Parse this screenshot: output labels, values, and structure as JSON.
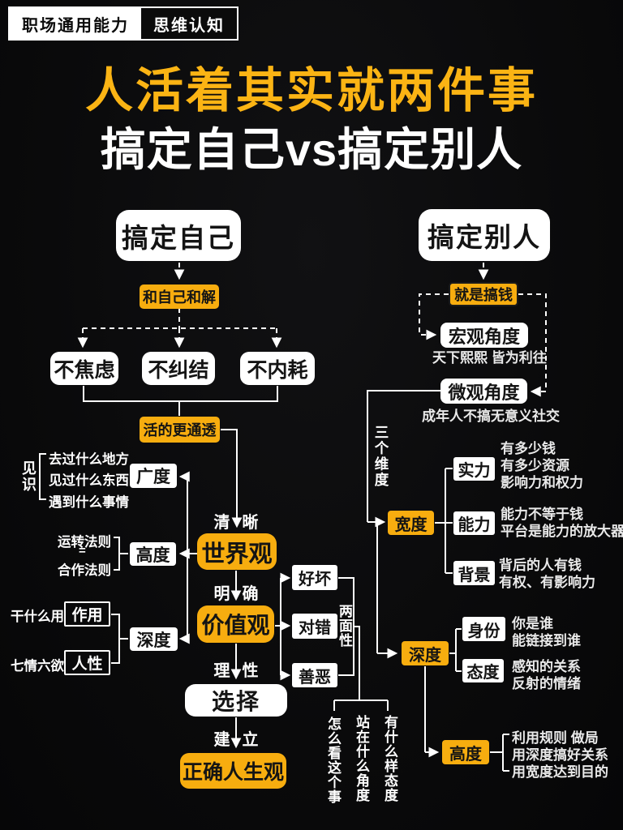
{
  "page": {
    "badge_left": "职场通用能力",
    "badge_right": "思维认知",
    "title": "人活着其实就两件事",
    "subtitle": "搞定自己vs搞定别人"
  },
  "self_branch": {
    "root": "搞定自己",
    "reconcile": "和自己和解",
    "outcomes": [
      "不焦虑",
      "不纠结",
      "不内耗"
    ],
    "result": "活的更通透",
    "insight": {
      "label": "见识",
      "notes": [
        "去过什么地方",
        "见过什么东西",
        "遇到什么事情"
      ],
      "breadth": "广度"
    },
    "laws": {
      "top": "运转法则",
      "eq": "=",
      "bottom": "合作法则",
      "height": "高度"
    },
    "depth_group": {
      "note1": "干什么用",
      "box1": "作用",
      "note2": "七情六欲",
      "box2": "人性",
      "depth": "深度"
    },
    "chain": {
      "verb1": "清晰",
      "worldview": "世界观",
      "verb2": "明确",
      "values": "价值观",
      "verb3": "理性",
      "choice": "选择",
      "verb4": "建立",
      "outlook": "正确人生观"
    },
    "duality": {
      "items": [
        "好坏",
        "对错",
        "善恶"
      ],
      "label": "两面性",
      "questions": [
        "怎么看这个事",
        "站在什么角度",
        "有什么样态度"
      ]
    }
  },
  "others_branch": {
    "root": "搞定别人",
    "money": "就是搞钱",
    "macro": {
      "label": "宏观角度",
      "caption": "天下熙熙 皆为利往"
    },
    "micro": {
      "label": "微观角度",
      "caption": "成年人不搞无意义社交"
    },
    "dimensions": "三个维度",
    "breadth": {
      "label": "宽度",
      "items": [
        {
          "label": "实力",
          "lines": [
            "有多少钱",
            "有多少资源",
            "影响力和权力"
          ]
        },
        {
          "label": "能力",
          "lines": [
            "能力不等于钱",
            "平台是能力的放大器"
          ]
        },
        {
          "label": "背景",
          "lines": [
            "背后的人有钱",
            "有权、有影响力"
          ]
        }
      ]
    },
    "depth": {
      "label": "深度",
      "items": [
        {
          "label": "身份",
          "lines": [
            "你是谁",
            "能链接到谁"
          ]
        },
        {
          "label": "态度",
          "lines": [
            "感知的关系",
            "反射的情绪"
          ]
        }
      ]
    },
    "height": {
      "label": "高度",
      "lines": [
        "利用规则 做局",
        "用深度搞好关系",
        "用宽度达到目的"
      ]
    }
  },
  "colors": {
    "accent": "#F7AD0F",
    "background": "#0A0A0B",
    "line": "#FFFFFF"
  }
}
